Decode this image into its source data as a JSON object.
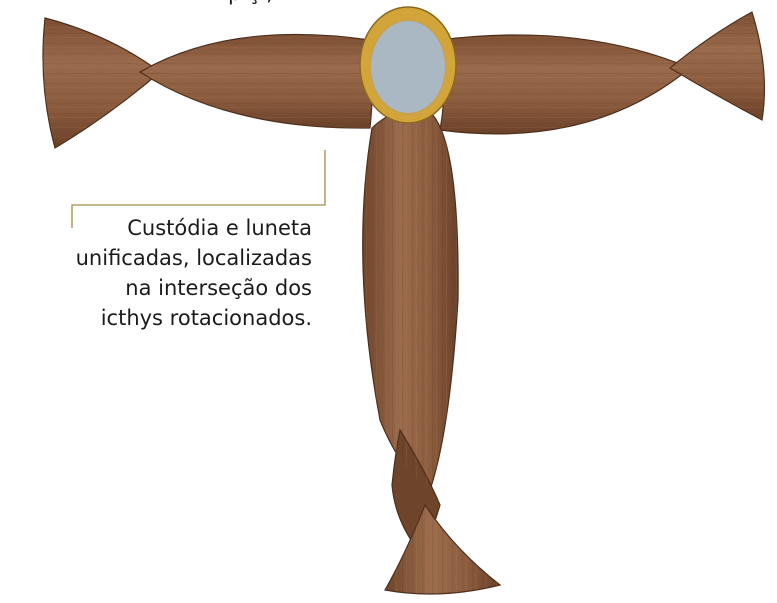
{
  "diagram": {
    "top_text_fragment": "p    ç  ,",
    "callout_lines": [
      "Custódia e luneta",
      "unificadas, localizadas",
      "na interseção dos",
      "icthys rotacionados."
    ]
  },
  "colors": {
    "wood_base": "#8a5a3c",
    "wood_dark": "#5f3a24",
    "wood_light": "#a7785a",
    "luneta_ring": "#d2a43a",
    "luneta_glass": "#a9b8c3",
    "callout_line": "#a58a4a"
  }
}
